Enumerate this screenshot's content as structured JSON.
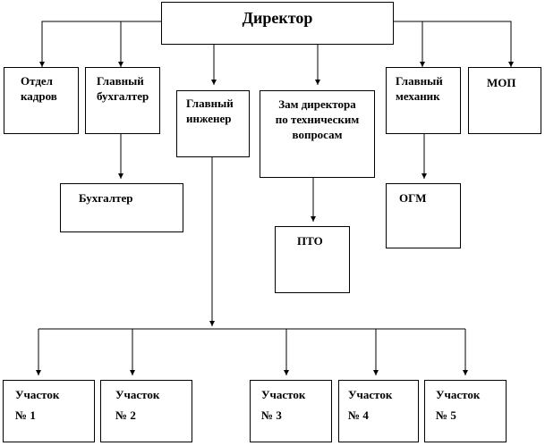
{
  "colors": {
    "line": "#000000",
    "box_fill": "#ffffff",
    "text": "#000000"
  },
  "nodes": {
    "director": "Директор",
    "hr": "Отдел\nкадров",
    "chief_accountant": "Главный\nбухгалтер",
    "chief_engineer": "Главный\nинженер",
    "deputy_director": "Зам директора\nпо техническим\nвопросам",
    "chief_mechanic": "Главный\nмеханик",
    "mop": "МОП",
    "accountant": "Бухгалтер",
    "pto": "ПТО",
    "ogm": "ОГМ",
    "site1": "Участок\n№ 1",
    "site2": "Участок\n№ 2",
    "site3": "Участок\n№ 3",
    "site4": "Участок\n№ 4",
    "site5": "Участок\n№ 5"
  }
}
